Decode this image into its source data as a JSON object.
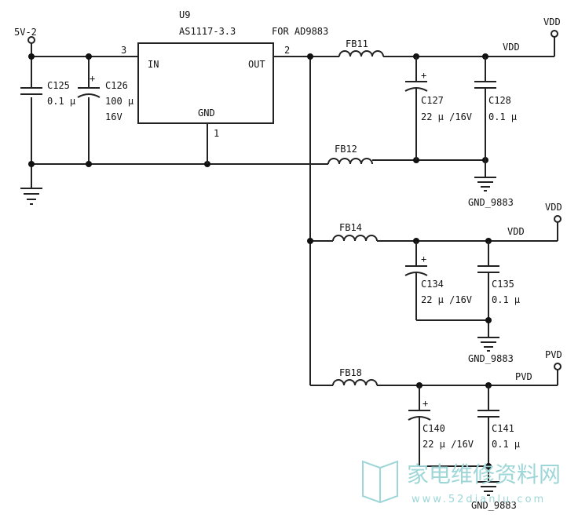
{
  "regulator": {
    "ref": "U9",
    "part": "AS1117-3.3",
    "pin_in": "IN",
    "pin_out": "OUT",
    "pin_gnd": "GND",
    "pin3": "3",
    "pin2": "2",
    "pin1": "1"
  },
  "note": "FOR AD9883",
  "input": {
    "label": "5V-2"
  },
  "caps": {
    "c125": {
      "ref": "C125",
      "value": "0.1 μ"
    },
    "c126": {
      "ref": "C126",
      "value": "100 μ",
      "voltage": "16V"
    },
    "c127": {
      "ref": "C127",
      "value": "22 μ /16V"
    },
    "c128": {
      "ref": "C128",
      "value": "0.1 μ"
    },
    "c134": {
      "ref": "C134",
      "value": "22 μ /16V"
    },
    "c135": {
      "ref": "C135",
      "value": "0.1 μ"
    },
    "c140": {
      "ref": "C140",
      "value": "22 μ /16V"
    },
    "c141": {
      "ref": "C141",
      "value": "0.1 μ"
    }
  },
  "beads": {
    "fb11": "FB11",
    "fb12": "FB12",
    "fb14": "FB14",
    "fb18": "FB18"
  },
  "nets": {
    "vdd_top": "VDD",
    "vdd_top_port": "VDD",
    "vdd_mid": "VDD",
    "vdd_mid_port": "VDD",
    "pvd": "PVD",
    "pvd_port": "PVD"
  },
  "grounds": {
    "gnd1": "GND_9883",
    "gnd2": "GND_9883",
    "gnd3": "GND_9883"
  },
  "plus_sign": "+",
  "watermark": {
    "text": "家电维修资料网",
    "url": "www.52dianlu.com"
  }
}
